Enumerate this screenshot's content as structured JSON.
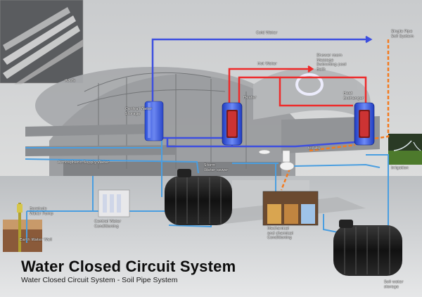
{
  "title": "Water Closed Circuit System",
  "subtitle": "Water Closed Circuit System - Soil Pipe System",
  "labels": {
    "cold_water": "Cold Water",
    "hot_water": "Hot Water",
    "single_pipe": "Single Pipe\nSoil System",
    "shower": "Shower room\nMassage\nSwimming pool\nBath",
    "roofs": "Roofs",
    "heater": "Heater",
    "heat_exchanger": "Heat\nExchanger",
    "central_storage": "Central Water\nStorage",
    "toilets": "toilets",
    "irrigation": "Irrigation",
    "atmospheric": "Atmospheric Supply Water",
    "storm_sewer": "Storm\nWater sewer",
    "borehole": "Borehole\nWater Pump",
    "central_conditioning": "Central Water\nConditioning",
    "earth_well": "Earth Water Well",
    "mechanical": "Mechanical\nand chemical\nConditioning",
    "soil_storage": "Soil water\nstorage"
  },
  "colors": {
    "cold": "#3d4fe0",
    "hot": "#ee2b2b",
    "soil": "#f47b20",
    "supply": "#4a9ee0"
  }
}
